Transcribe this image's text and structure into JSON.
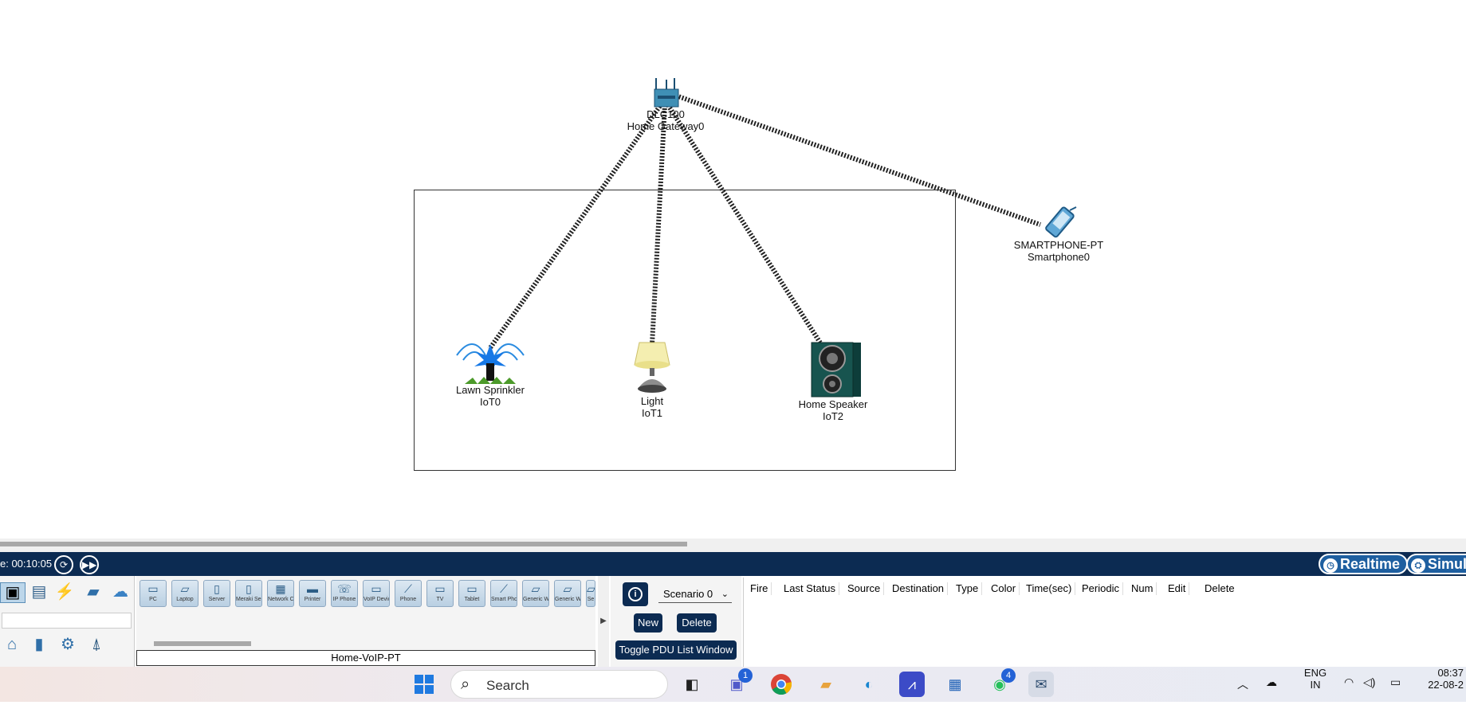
{
  "workspace": {
    "devices": [
      {
        "id": "gateway",
        "model": "DLC100",
        "name": "Home Gateway0",
        "icon": "home-gateway-icon"
      },
      {
        "id": "phone",
        "model": "SMARTPHONE-PT",
        "name": "Smartphone0",
        "icon": "smartphone-icon"
      },
      {
        "id": "sprinkler",
        "model": "Lawn Sprinkler",
        "name": "IoT0",
        "icon": "lawn-sprinkler-icon"
      },
      {
        "id": "light",
        "model": "Light",
        "name": "IoT1",
        "icon": "light-lamp-icon"
      },
      {
        "id": "speaker",
        "model": "Home Speaker",
        "name": "IoT2",
        "icon": "home-speaker-icon"
      }
    ]
  },
  "timebar": {
    "time_text": "e: 00:10:05",
    "realtime_label": "Realtime",
    "simulation_label": "Simula",
    "colors": {
      "bar": "#0c2b52",
      "mode_button": "#1e5fa0"
    }
  },
  "categories": {
    "row1": [
      "network-devices-icon",
      "end-devices-icon",
      "connections-icon",
      "misc-folder-icon",
      "cloud-icon"
    ],
    "row2": [
      "home-icon",
      "building-icon",
      "industrial-icon",
      "power-tower-icon"
    ]
  },
  "device_list": {
    "items": [
      {
        "name": "PC",
        "icon": "pc-icon"
      },
      {
        "name": "Laptop",
        "icon": "laptop-icon"
      },
      {
        "name": "Server",
        "icon": "server-icon"
      },
      {
        "name": "Meraki Server",
        "icon": "meraki-server-icon"
      },
      {
        "name": "Network Controller",
        "icon": "network-controller-icon"
      },
      {
        "name": "Printer",
        "icon": "printer-icon"
      },
      {
        "name": "IP Phone",
        "icon": "ip-phone-icon"
      },
      {
        "name": "VoIP Device",
        "icon": "voip-device-icon"
      },
      {
        "name": "Phone",
        "icon": "phone-icon"
      },
      {
        "name": "TV",
        "icon": "tv-icon"
      },
      {
        "name": "Tablet",
        "icon": "tablet-icon"
      },
      {
        "name": "Smart Phone",
        "icon": "smart-phone-icon"
      },
      {
        "name": "Generic Wireless",
        "icon": "generic-wireless-icon"
      },
      {
        "name": "Generic Wired",
        "icon": "generic-wired-icon"
      },
      {
        "name": "Se",
        "icon": "sensor-icon"
      }
    ],
    "selected_label": "Home-VoIP-PT"
  },
  "scenario": {
    "selected": "Scenario 0",
    "new_label": "New",
    "delete_label": "Delete",
    "toggle_label": "Toggle PDU List Window"
  },
  "pdu_table": {
    "columns": [
      "Fire",
      "Last Status",
      "Source",
      "Destination",
      "Type",
      "Color",
      "Time(sec)",
      "Periodic",
      "Num",
      "Edit",
      "Delete"
    ]
  },
  "taskbar": {
    "search_placeholder": "Search",
    "apps": [
      {
        "name": "windows-start-icon"
      },
      {
        "name": "task-view-icon"
      },
      {
        "name": "teams-chat-icon",
        "badge": "1"
      },
      {
        "name": "chrome-icon"
      },
      {
        "name": "file-explorer-icon"
      },
      {
        "name": "edge-icon"
      },
      {
        "name": "visual-studio-icon"
      },
      {
        "name": "microsoft-store-icon"
      },
      {
        "name": "whatsapp-icon",
        "badge": "4"
      },
      {
        "name": "packet-tracer-icon"
      }
    ],
    "tray": {
      "lang_top": "ENG",
      "lang_bottom": "IN",
      "time": "08:37",
      "date": "22-08-2"
    }
  }
}
